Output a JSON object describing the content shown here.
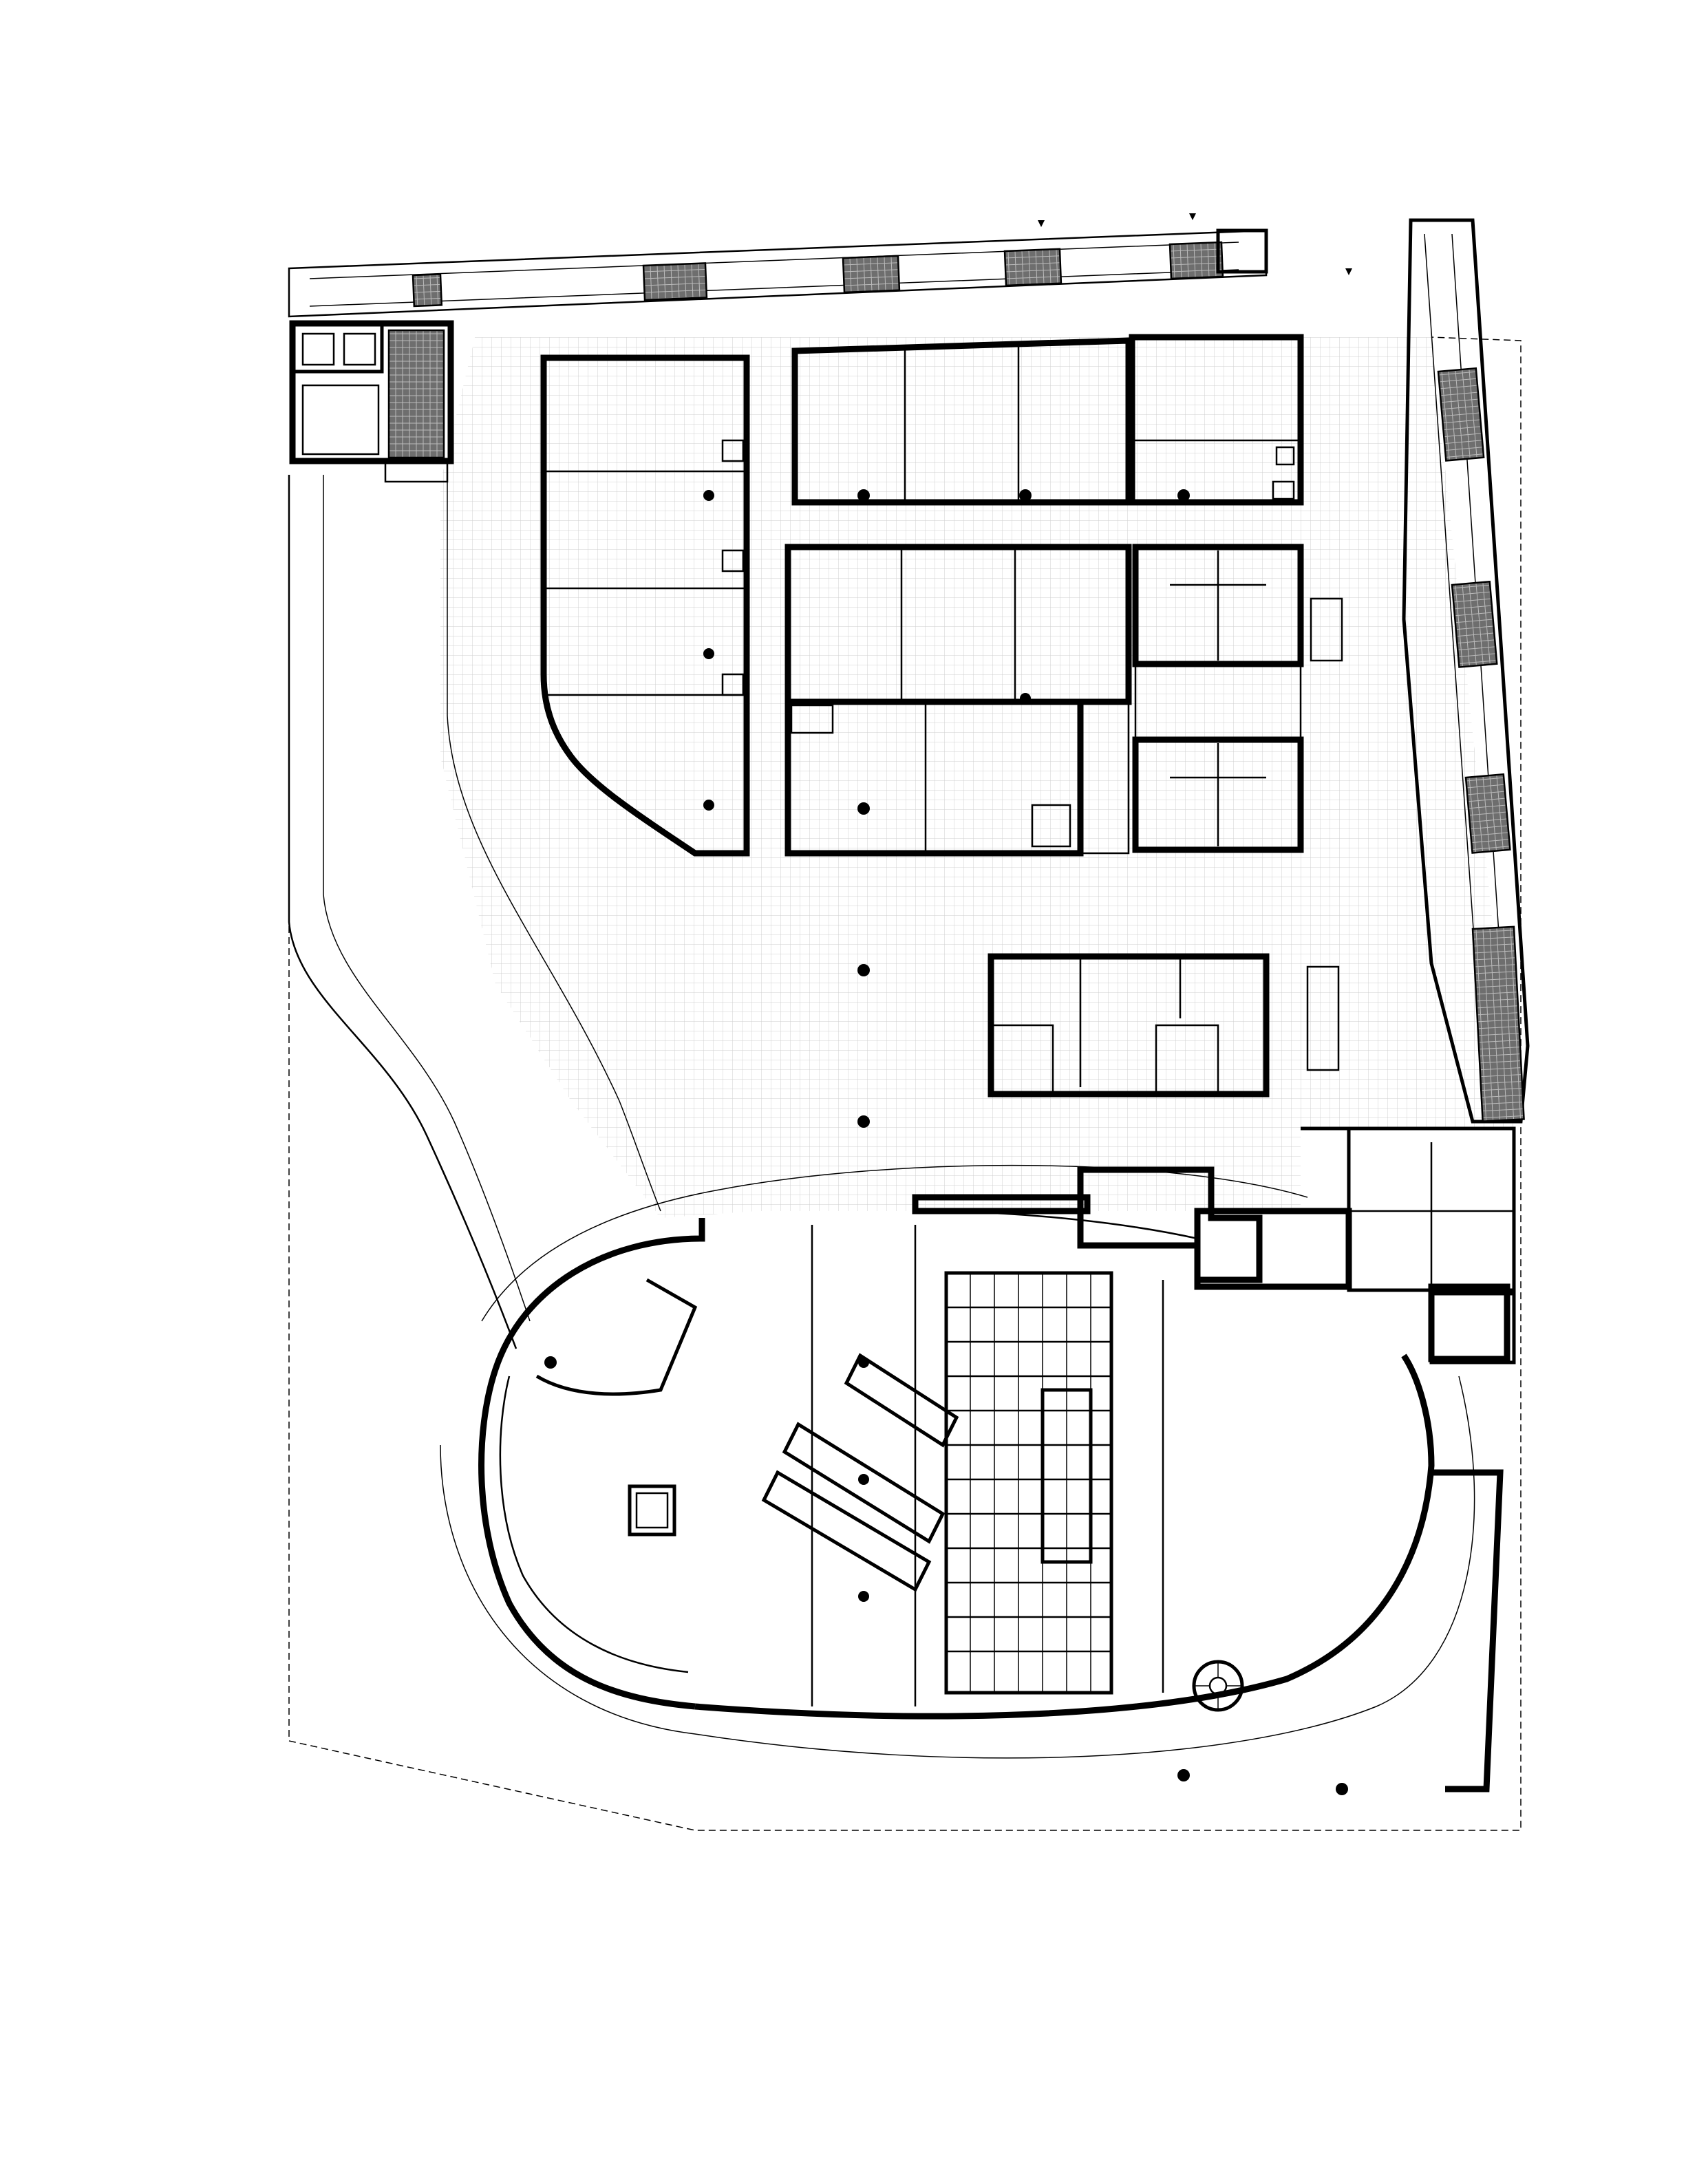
{
  "drawing": {
    "type": "architectural-floor-plan",
    "colors": {
      "line": "#000000",
      "background": "#ffffff",
      "paving": "#8a8a8a"
    },
    "elements": [
      "north-walkway",
      "stair-core-northwest",
      "east-ramp",
      "office-block-west",
      "office-block-north",
      "office-block-center",
      "toilets",
      "service-block",
      "auditorium",
      "seating-rows",
      "escalators",
      "spiral-stair",
      "site-boundary"
    ]
  }
}
